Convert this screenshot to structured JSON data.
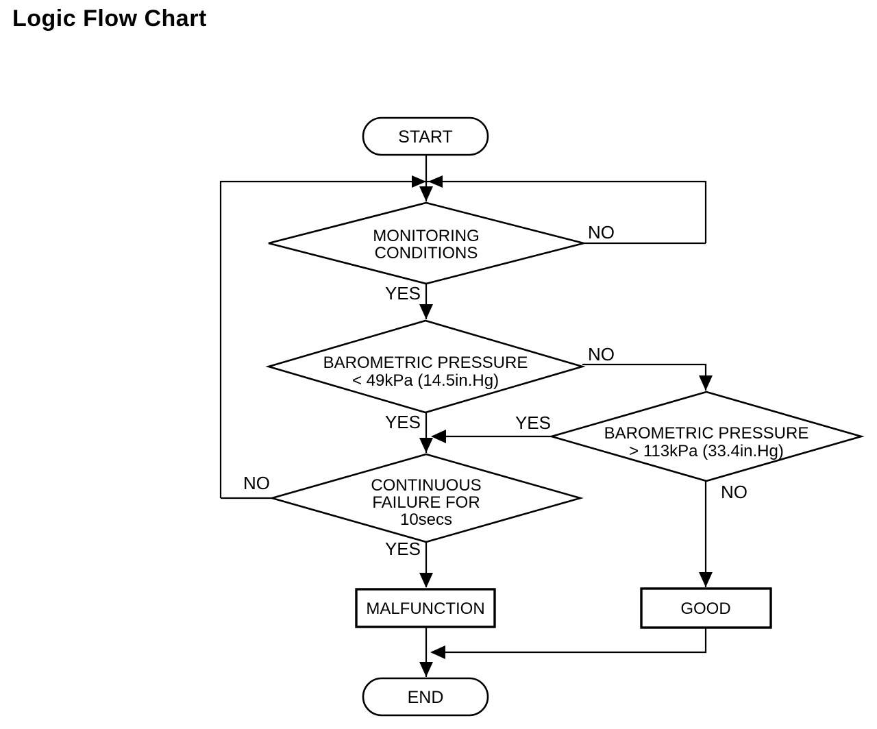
{
  "title": "Logic Flow Chart",
  "colors": {
    "ink": "#000000",
    "background": "#ffffff"
  },
  "flowchart": {
    "start_label": "START",
    "end_label": "END",
    "d1": {
      "line1": "MONITORING",
      "line2": "CONDITIONS",
      "yes": "YES",
      "no": "NO"
    },
    "d2": {
      "line1": "BAROMETRIC PRESSURE",
      "line2": "< 49kPa (14.5in.Hg)",
      "yes": "YES",
      "no": "NO"
    },
    "d3": {
      "line1": "BAROMETRIC PRESSURE",
      "line2": "> 113kPa (33.4in.Hg)",
      "yes": "YES",
      "no": "NO"
    },
    "d4": {
      "line1": "CONTINUOUS",
      "line2": "FAILURE FOR",
      "line3": "10secs",
      "yes": "YES",
      "no": "NO"
    },
    "malfunction_label": "MALFUNCTION",
    "good_label": "GOOD"
  }
}
